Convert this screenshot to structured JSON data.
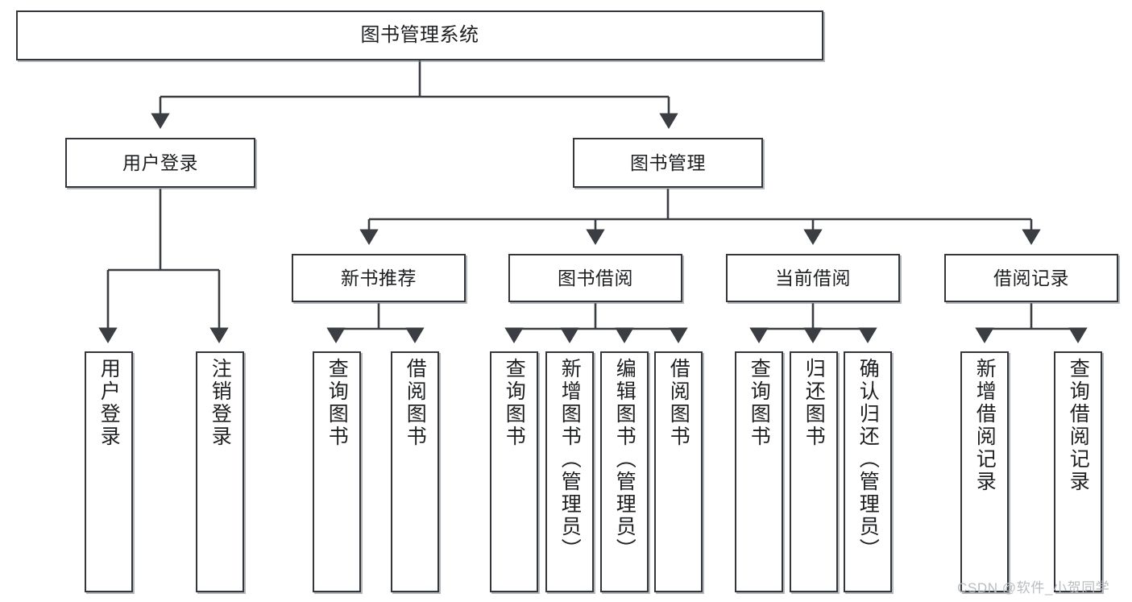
{
  "diagram": {
    "title": "图书管理系统",
    "type": "functional-structure-tree",
    "watermark": "CSDN @软件_小贺同学",
    "colors": {
      "box_border": "#33373b",
      "box_fill": "#ffffff",
      "connector": "#3a3d41",
      "text": "#1d1f21",
      "watermark": "#b9bcc0"
    }
  },
  "nodes": {
    "root": {
      "label": "图书管理系统",
      "level": 1
    },
    "level2": [
      {
        "id": "user-login",
        "label": "用户登录"
      },
      {
        "id": "book-manage",
        "label": "图书管理"
      }
    ],
    "level3": [
      {
        "id": "new-book-rec",
        "label": "新书推荐",
        "parent": "book-manage"
      },
      {
        "id": "book-borrow",
        "label": "图书借阅",
        "parent": "book-manage"
      },
      {
        "id": "current-borrow",
        "label": "当前借阅",
        "parent": "book-manage"
      },
      {
        "id": "borrow-record",
        "label": "借阅记录",
        "parent": "book-manage"
      }
    ],
    "leaves": [
      {
        "id": "leaf-user-login",
        "label": "用户登录",
        "parent": "user-login"
      },
      {
        "id": "leaf-user-logout",
        "label": "注销登录",
        "parent": "user-login"
      },
      {
        "id": "leaf-query-book-1",
        "label": "查询图书",
        "parent": "new-book-rec"
      },
      {
        "id": "leaf-borrow-book-1",
        "label": "借阅图书",
        "parent": "new-book-rec"
      },
      {
        "id": "leaf-query-book-2",
        "label": "查询图书",
        "parent": "book-borrow"
      },
      {
        "id": "leaf-add-book",
        "label": "新增图书（管理员）",
        "parent": "book-borrow"
      },
      {
        "id": "leaf-edit-book",
        "label": "编辑图书（管理员）",
        "parent": "book-borrow"
      },
      {
        "id": "leaf-borrow-book-2",
        "label": "借阅图书",
        "parent": "book-borrow"
      },
      {
        "id": "leaf-query-book-3",
        "label": "查询图书",
        "parent": "current-borrow"
      },
      {
        "id": "leaf-return-book",
        "label": "归还图书",
        "parent": "current-borrow"
      },
      {
        "id": "leaf-confirm-return",
        "label": "确认归还（管理员）",
        "parent": "current-borrow"
      },
      {
        "id": "leaf-add-record",
        "label": "新增借阅记录",
        "parent": "borrow-record"
      },
      {
        "id": "leaf-query-record",
        "label": "查询借阅记录",
        "parent": "borrow-record"
      }
    ]
  }
}
